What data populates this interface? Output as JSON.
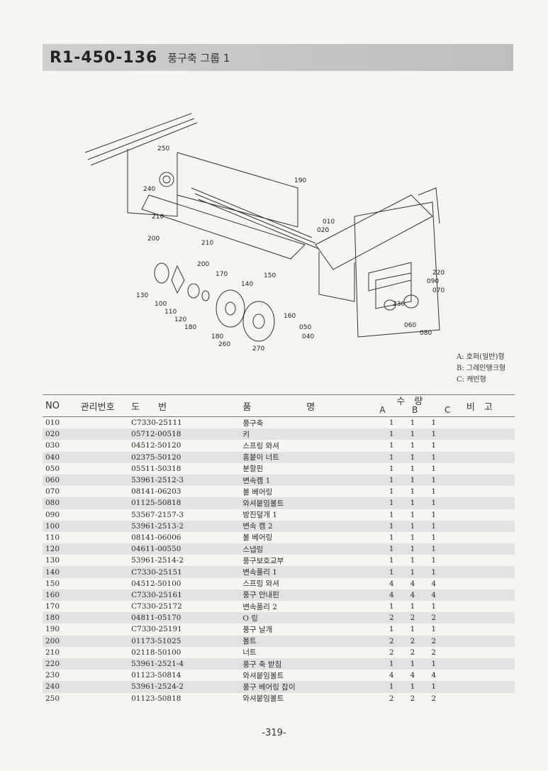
{
  "header": {
    "part_code": "R1-450-136",
    "group_title": "풍구축 그룹 1"
  },
  "diagram": {
    "callouts": [
      "250",
      "240",
      "190",
      "210",
      "200",
      "210",
      "200",
      "010",
      "020",
      "170",
      "150",
      "140",
      "130",
      "100",
      "110",
      "120",
      "180",
      "160",
      "180",
      "260",
      "270",
      "050",
      "040",
      "220",
      "090",
      "070",
      "230",
      "060",
      "080"
    ]
  },
  "legend": {
    "a": "A: 호퍼(일반)형",
    "b": "B: 그레인탱크형",
    "c": "C: 캐빈형"
  },
  "table": {
    "headers": {
      "no": "NO",
      "mgmt": "관리번호",
      "drawing": "도　　번",
      "name": "품　　　　　　명",
      "qty": "수　량",
      "a": "A",
      "b": "B",
      "c": "C",
      "remarks": "비　고"
    },
    "rows": [
      {
        "no": "010",
        "dw": "C7330-25111",
        "name": "풍구축",
        "a": "1",
        "b": "1",
        "c": "1"
      },
      {
        "no": "020",
        "dw": "05712-00518",
        "name": "키",
        "a": "1",
        "b": "1",
        "c": "1"
      },
      {
        "no": "030",
        "dw": "04512-50120",
        "name": "스프링 와셔",
        "a": "1",
        "b": "1",
        "c": "1"
      },
      {
        "no": "040",
        "dw": "02375-50120",
        "name": "홈붙이 너트",
        "a": "1",
        "b": "1",
        "c": "1"
      },
      {
        "no": "050",
        "dw": "05511-50318",
        "name": "분할핀",
        "a": "1",
        "b": "1",
        "c": "1"
      },
      {
        "no": "060",
        "dw": "53961-2512-3",
        "name": "변속캠 1",
        "a": "1",
        "b": "1",
        "c": "1"
      },
      {
        "no": "070",
        "dw": "08141-06203",
        "name": "볼 베어링",
        "a": "1",
        "b": "1",
        "c": "1"
      },
      {
        "no": "080",
        "dw": "01125-50818",
        "name": "와셔붙임볼트",
        "a": "1",
        "b": "1",
        "c": "1"
      },
      {
        "no": "090",
        "dw": "53567-2157-3",
        "name": "방진덮개 1",
        "a": "1",
        "b": "1",
        "c": "1"
      },
      {
        "no": "100",
        "dw": "53961-2513-2",
        "name": "변속 캠 2",
        "a": "1",
        "b": "1",
        "c": "1"
      },
      {
        "no": "110",
        "dw": "08141-06006",
        "name": "볼 베어링",
        "a": "1",
        "b": "1",
        "c": "1"
      },
      {
        "no": "120",
        "dw": "04611-00550",
        "name": "스냅링",
        "a": "1",
        "b": "1",
        "c": "1"
      },
      {
        "no": "130",
        "dw": "53961-2514-2",
        "name": "풍구보호교부",
        "a": "1",
        "b": "1",
        "c": "1"
      },
      {
        "no": "140",
        "dw": "C7330-25151",
        "name": "변속풀리 1",
        "a": "1",
        "b": "1",
        "c": "1"
      },
      {
        "no": "150",
        "dw": "04512-50100",
        "name": "스프링 와셔",
        "a": "4",
        "b": "4",
        "c": "4"
      },
      {
        "no": "160",
        "dw": "C7330-25161",
        "name": "풍구 안내핀",
        "a": "4",
        "b": "4",
        "c": "4"
      },
      {
        "no": "170",
        "dw": "C7330-25172",
        "name": "변속풀리 2",
        "a": "1",
        "b": "1",
        "c": "1"
      },
      {
        "no": "180",
        "dw": "04811-05170",
        "name": "O 링",
        "a": "2",
        "b": "2",
        "c": "2"
      },
      {
        "no": "190",
        "dw": "C7330-25191",
        "name": "풍구 날개",
        "a": "1",
        "b": "1",
        "c": "1"
      },
      {
        "no": "200",
        "dw": "01173-51025",
        "name": "볼트",
        "a": "2",
        "b": "2",
        "c": "2"
      },
      {
        "no": "210",
        "dw": "02118-50100",
        "name": "너트",
        "a": "2",
        "b": "2",
        "c": "2"
      },
      {
        "no": "220",
        "dw": "53961-2521-4",
        "name": "풍구 축 받침",
        "a": "1",
        "b": "1",
        "c": "1"
      },
      {
        "no": "230",
        "dw": "01123-50814",
        "name": "와셔붙임볼트",
        "a": "4",
        "b": "4",
        "c": "4"
      },
      {
        "no": "240",
        "dw": "53961-2524-2",
        "name": "풍구 베어링 잡이",
        "a": "1",
        "b": "1",
        "c": "1"
      },
      {
        "no": "250",
        "dw": "01123-50818",
        "name": "와셔붙임볼트",
        "a": "2",
        "b": "2",
        "c": "2"
      }
    ]
  },
  "page_number": "-319-"
}
